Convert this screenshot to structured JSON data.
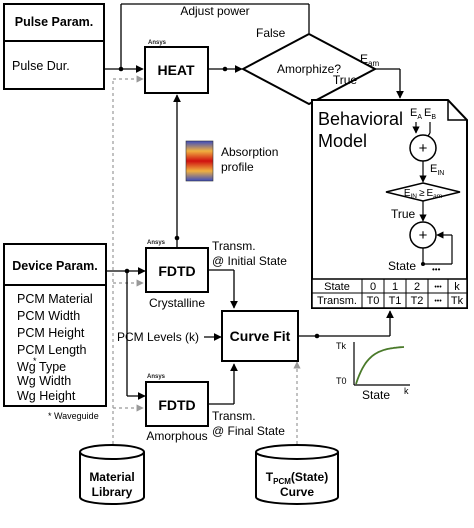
{
  "pulse_box": {
    "title": "Pulse Param.",
    "item": "Pulse Dur."
  },
  "heat_block": {
    "label": "HEAT",
    "brand": "Ansys"
  },
  "adjust_power_label": "Adjust power",
  "decision": {
    "label": "Amorphize?",
    "false_label": "False",
    "true_label": "True"
  },
  "e_am_label": {
    "main": "E",
    "sub": "am"
  },
  "absorption_label": {
    "line1": "Absorption",
    "line2": "profile"
  },
  "behavioral_model": {
    "title_line1": "Behavioral",
    "title_line2": "Model",
    "ea_eb": {
      "a": "E",
      "a_sub": "A",
      "b": "E",
      "b_sub": "B"
    },
    "plus_symbol": "+",
    "ein_label": {
      "main": "E",
      "sub": "IN"
    },
    "condition": {
      "left": "E",
      "left_sub": "IN",
      "op": "≥",
      "right": "E",
      "right_sub": "am"
    },
    "true_label": "True",
    "state_label": "State",
    "table": {
      "header": [
        "State",
        "0",
        "1",
        "2",
        "•••",
        "k"
      ],
      "row": [
        "Transm.",
        "T0",
        "T1",
        "T2",
        "•••",
        "Tk"
      ]
    }
  },
  "device_box": {
    "title": "Device Param.",
    "items": [
      "PCM Material",
      "PCM Width",
      "PCM Height",
      "PCM Length",
      "Wg Type",
      "Wg Width",
      "Wg Height"
    ],
    "asterisk": "*",
    "footnote": "* Waveguide"
  },
  "fdtd_top": {
    "label": "FDTD",
    "brand": "Ansys",
    "caption": "Crystalline"
  },
  "fdtd_bottom": {
    "label": "FDTD",
    "brand": "Ansys",
    "caption": "Amorphous"
  },
  "transm_initial": {
    "line1": "Transm.",
    "line2": "@ Initial State"
  },
  "transm_final": {
    "line1": "Transm.",
    "line2": "@ Final State"
  },
  "pcm_levels_label": "PCM Levels (k)",
  "curve_fit": {
    "label": "Curve Fit"
  },
  "mini_chart": {
    "type": "line",
    "y_top_label": "Tk",
    "y_bottom_label": "T0",
    "x_label": "State",
    "x_end_label": "k",
    "line_color": "#4a7a2a"
  },
  "material_library": {
    "line1": "Material",
    "line2": "Library"
  },
  "tpcm_curve": {
    "main": "T",
    "sub": "PCM",
    "suffix": "(State)",
    "line2": "Curve"
  }
}
